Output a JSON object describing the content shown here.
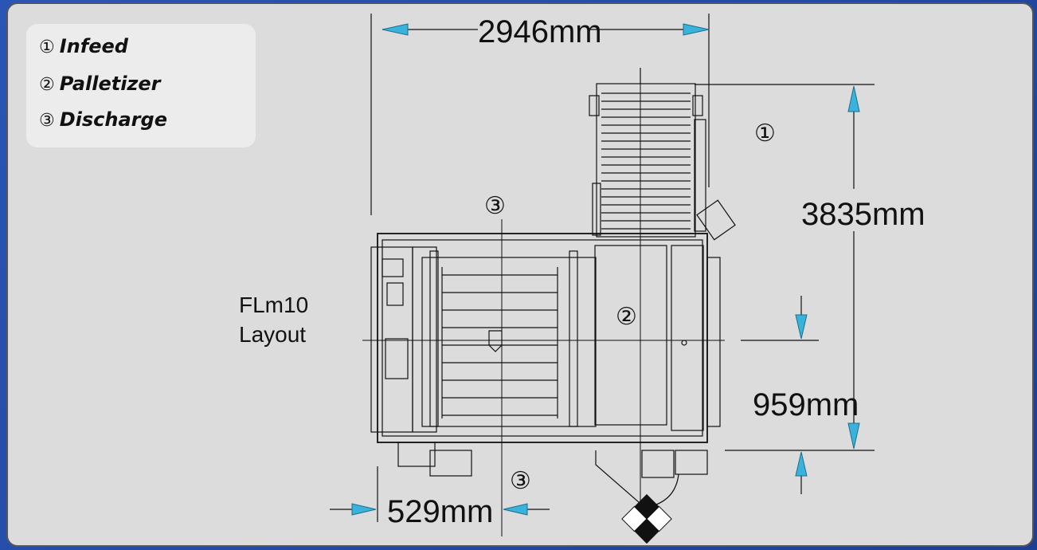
{
  "legend": {
    "items": [
      {
        "num": "①",
        "label": "Infeed"
      },
      {
        "num": "②",
        "label": "Palletizer"
      },
      {
        "num": "③",
        "label": "Discharge"
      }
    ]
  },
  "title": {
    "line1": "FLm10",
    "line2": "Layout"
  },
  "dimensions": {
    "width_top": "2946mm",
    "height_right": "3835mm",
    "offset_right": "959mm",
    "offset_bottom": "529mm"
  },
  "markers": {
    "infeed": "①",
    "palletizer": "②",
    "discharge_top": "③",
    "discharge_bottom": "③"
  },
  "colors": {
    "background": "#dcdcdc",
    "frame": "#1d3f94",
    "arrow_fill": "#3ab3dc",
    "drawing": "#111111"
  }
}
